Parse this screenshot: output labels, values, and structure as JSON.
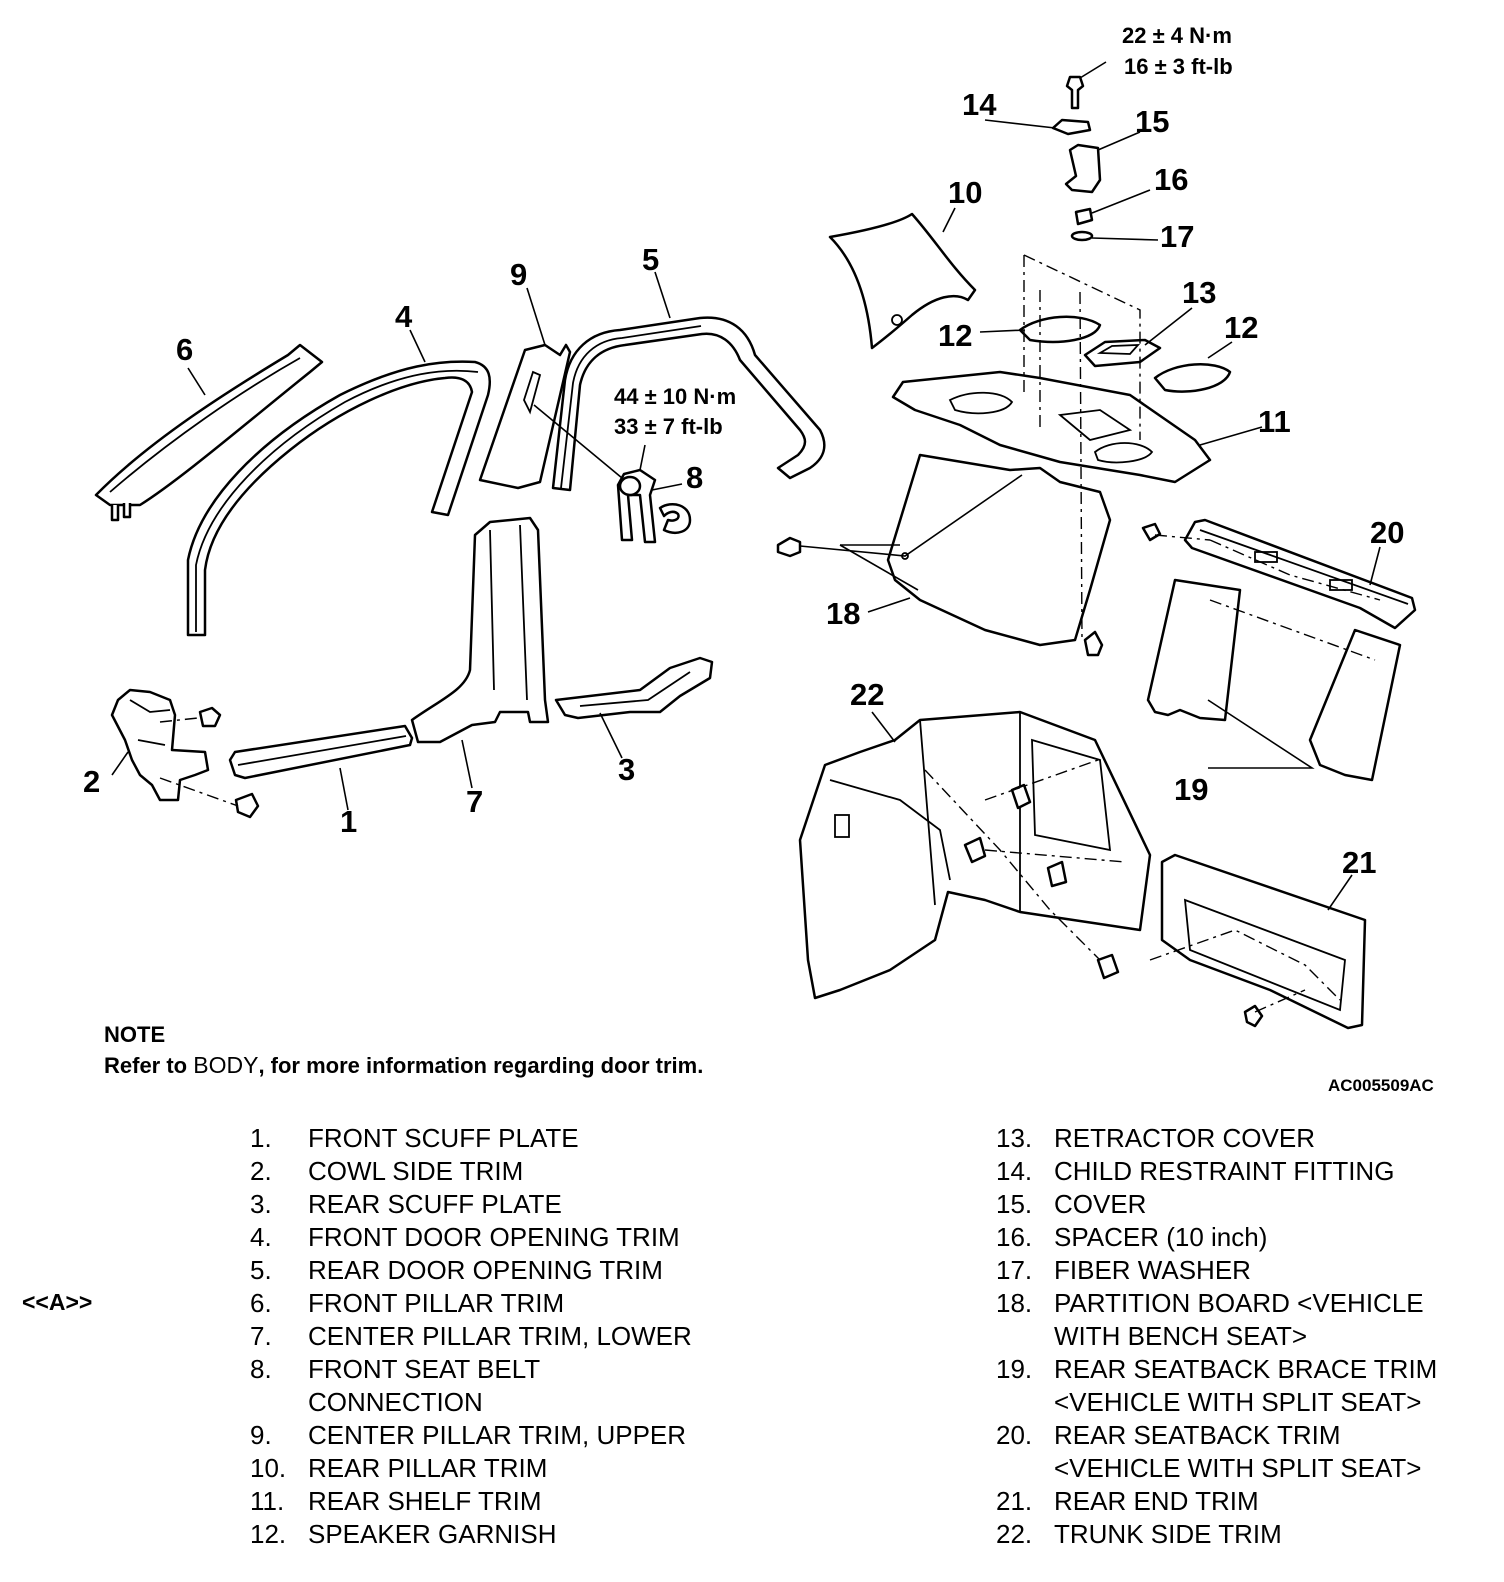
{
  "figure": {
    "id": "AC005509AC",
    "callouts": [
      "1",
      "2",
      "3",
      "4",
      "5",
      "6",
      "7",
      "8",
      "9",
      "10",
      "11",
      "12",
      "12",
      "13",
      "14",
      "15",
      "16",
      "17",
      "18",
      "19",
      "20",
      "21",
      "22"
    ],
    "torque_top": {
      "nm": "22 ± 4 N·m",
      "ftlb": "16 ± 3 ft-lb"
    },
    "torque_mid": {
      "nm": "44 ± 10 N·m",
      "ftlb": "33 ± 7 ft-lb"
    }
  },
  "note": {
    "heading": "NOTE",
    "pre": "Refer to ",
    "ref": "BODY",
    "post": ", for more information regarding door trim."
  },
  "marker": "<<A>>",
  "legend_left": [
    {
      "num": "1.",
      "text": "FRONT SCUFF PLATE"
    },
    {
      "num": "2.",
      "text": "COWL SIDE TRIM"
    },
    {
      "num": "3.",
      "text": "REAR SCUFF PLATE"
    },
    {
      "num": "4.",
      "text": "FRONT DOOR OPENING TRIM"
    },
    {
      "num": "5.",
      "text": "REAR DOOR OPENING TRIM"
    },
    {
      "num": "6.",
      "text": "FRONT PILLAR TRIM"
    },
    {
      "num": "7.",
      "text": "CENTER PILLAR TRIM, LOWER"
    },
    {
      "num": "8.",
      "text": "FRONT SEAT BELT"
    },
    {
      "num": "",
      "text": "CONNECTION"
    },
    {
      "num": "9.",
      "text": "CENTER PILLAR TRIM, UPPER"
    },
    {
      "num": "10.",
      "text": "REAR PILLAR TRIM"
    },
    {
      "num": "11.",
      "text": "REAR SHELF TRIM"
    },
    {
      "num": "12.",
      "text": "SPEAKER GARNISH"
    }
  ],
  "legend_right": [
    {
      "num": "13.",
      "text": "RETRACTOR COVER"
    },
    {
      "num": "14.",
      "text": "CHILD RESTRAINT FITTING"
    },
    {
      "num": "15.",
      "text": "COVER"
    },
    {
      "num": "16.",
      "text": "SPACER (10 inch)"
    },
    {
      "num": "17.",
      "text": "FIBER WASHER"
    },
    {
      "num": "18.",
      "text": "PARTITION BOARD <VEHICLE"
    },
    {
      "num": "",
      "text": "WITH BENCH SEAT>"
    },
    {
      "num": "19.",
      "text": "REAR SEATBACK BRACE TRIM"
    },
    {
      "num": "",
      "text": "<VEHICLE WITH SPLIT SEAT>"
    },
    {
      "num": "20.",
      "text": "REAR SEATBACK TRIM"
    },
    {
      "num": "",
      "text": "<VEHICLE WITH SPLIT SEAT>"
    },
    {
      "num": "21.",
      "text": "REAR END TRIM"
    },
    {
      "num": "22.",
      "text": "TRUNK SIDE TRIM"
    }
  ]
}
